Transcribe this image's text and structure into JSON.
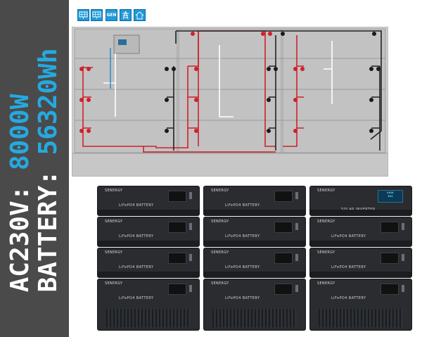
{
  "sidebar": {
    "line1_label": "AC230V:",
    "line1_value": "8000W",
    "line2_label": "BATTERY:",
    "line2_value": "56320Wh",
    "value_color": "#26a9e0",
    "bg_color": "#4a4a4a"
  },
  "top_icons": [
    "solar-panel-icon",
    "solar-panel-icon",
    "generator-icon",
    "grid-tower-icon",
    "load-icon"
  ],
  "generator_label": "GEN",
  "units": {
    "brand": "SENERGY",
    "battery_label": "LiFePO4 BATTERY",
    "inverter_label": "SOLAR INVERTER"
  },
  "colors": {
    "positive_cable": "#d0202a",
    "negative_cable": "#222222",
    "parallel_cable": "#ffffff",
    "comm_cable": "#1e88c8",
    "rack": "#c9c9c9",
    "unit_body": "#2a2c30"
  }
}
